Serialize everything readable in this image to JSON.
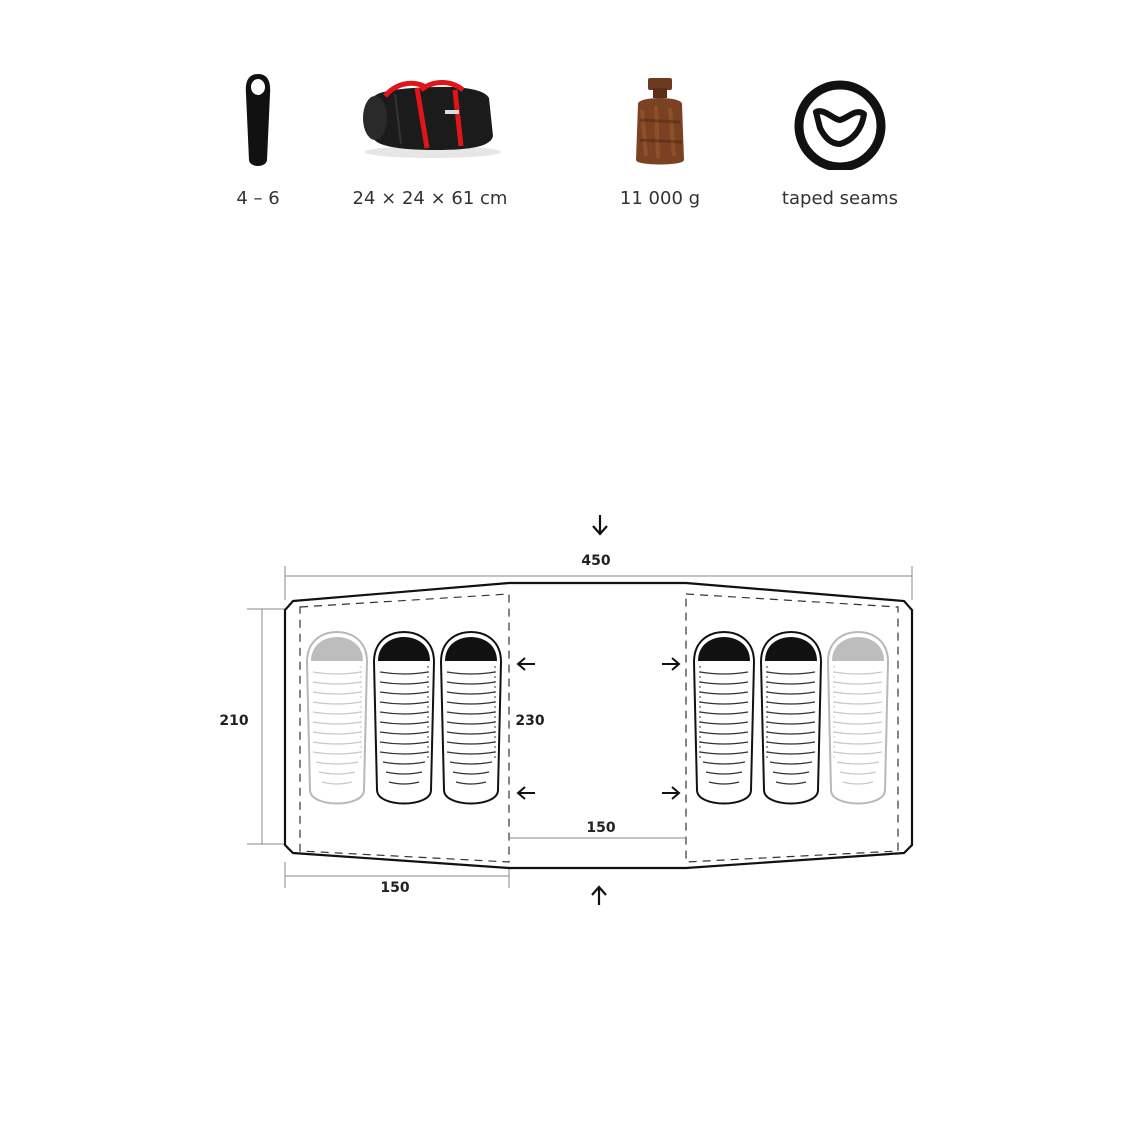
{
  "specs": {
    "sleepers": {
      "label": "4 – 6",
      "icon": "sleeping-bag-icon"
    },
    "pack_size": {
      "label": "24 × 24 × 61 cm",
      "icon": "duffel-bag-icon"
    },
    "weight": {
      "label": "11 000 g",
      "icon": "weight-icon"
    },
    "seams": {
      "label": "taped seams",
      "icon": "taped-seams-icon"
    }
  },
  "floor_plan": {
    "total_length": "450",
    "width_outer": "210",
    "width_center": "230",
    "vestibule_length": "150",
    "bedroom_length": "150",
    "sleeping_bags": [
      {
        "side": "left",
        "tone": "light"
      },
      {
        "side": "left",
        "tone": "dark"
      },
      {
        "side": "left",
        "tone": "dark"
      },
      {
        "side": "right",
        "tone": "dark"
      },
      {
        "side": "right",
        "tone": "dark"
      },
      {
        "side": "right",
        "tone": "light"
      }
    ]
  }
}
